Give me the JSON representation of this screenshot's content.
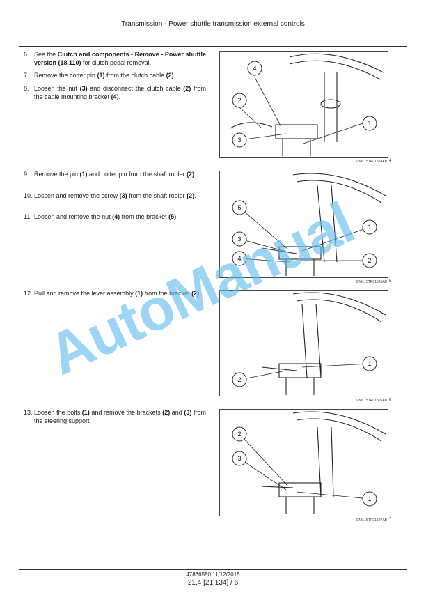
{
  "header": {
    "title": "Transmission - Power shuttle transmission external controls"
  },
  "steps": [
    {
      "num": "6.",
      "parts": [
        {
          "t": "See the "
        },
        {
          "t": "Clutch and components - Remove - Power shuttle version (18.110)",
          "b": true
        },
        {
          "t": " for clutch pedal removal."
        }
      ]
    },
    {
      "num": "7.",
      "parts": [
        {
          "t": "Remove the cotter pin "
        },
        {
          "t": "(1)",
          "b": true
        },
        {
          "t": " from the clutch cable "
        },
        {
          "t": "(2)",
          "b": true
        },
        {
          "t": "."
        }
      ]
    },
    {
      "num": "8.",
      "parts": [
        {
          "t": "Loosen the nut "
        },
        {
          "t": "(3)",
          "b": true
        },
        {
          "t": " and disconnect the clutch cable "
        },
        {
          "t": "(2)",
          "b": true
        },
        {
          "t": " from the cable mounting bracket "
        },
        {
          "t": "(4)",
          "b": true
        },
        {
          "t": "."
        }
      ]
    },
    {
      "num": "9.",
      "parts": [
        {
          "t": "Remove the pin "
        },
        {
          "t": "(1)",
          "b": true
        },
        {
          "t": " and cotter pin from the shaft rooler "
        },
        {
          "t": "(2)",
          "b": true
        },
        {
          "t": "."
        }
      ]
    },
    {
      "num": "10.",
      "parts": [
        {
          "t": "Lossen and remove the screw "
        },
        {
          "t": "(3)",
          "b": true
        },
        {
          "t": " from the shaft rooler "
        },
        {
          "t": "(2)",
          "b": true
        },
        {
          "t": "."
        }
      ]
    },
    {
      "num": "11.",
      "parts": [
        {
          "t": "Loosen and remove the nut "
        },
        {
          "t": "(4)",
          "b": true
        },
        {
          "t": " from the bracket "
        },
        {
          "t": "(5)",
          "b": true
        },
        {
          "t": "."
        }
      ]
    },
    {
      "num": "12.",
      "parts": [
        {
          "t": "Pull and remove the lever assembly "
        },
        {
          "t": "(1)",
          "b": true
        },
        {
          "t": " from the bracket "
        },
        {
          "t": "(2)",
          "b": true
        },
        {
          "t": "."
        }
      ]
    },
    {
      "num": "13.",
      "parts": [
        {
          "t": "Loosen the bolts "
        },
        {
          "t": "(1)",
          "b": true
        },
        {
          "t": " and remove the brackets "
        },
        {
          "t": "(2)",
          "b": true
        },
        {
          "t": " and "
        },
        {
          "t": "(3)",
          "b": true
        },
        {
          "t": " from the steering support."
        }
      ]
    }
  ],
  "figures": [
    {
      "caption": "GNIL15TR01524AB",
      "number": "4",
      "callouts": [
        "4",
        "2",
        "3",
        "1"
      ]
    },
    {
      "caption": "GNIL15TR01525AB",
      "number": "5",
      "callouts": [
        "5",
        "3",
        "4",
        "1",
        "2"
      ]
    },
    {
      "caption": "GNIL15TR01526AB",
      "number": "6",
      "callouts": [
        "1",
        "2"
      ]
    },
    {
      "caption": "GNIL15TR01527AB",
      "number": "7",
      "callouts": [
        "2",
        "3",
        "1"
      ]
    }
  ],
  "watermark": "AutoManual",
  "footer": {
    "doc": "47866580 11/12/2015",
    "page": "21.4 [21.134] / 6"
  }
}
